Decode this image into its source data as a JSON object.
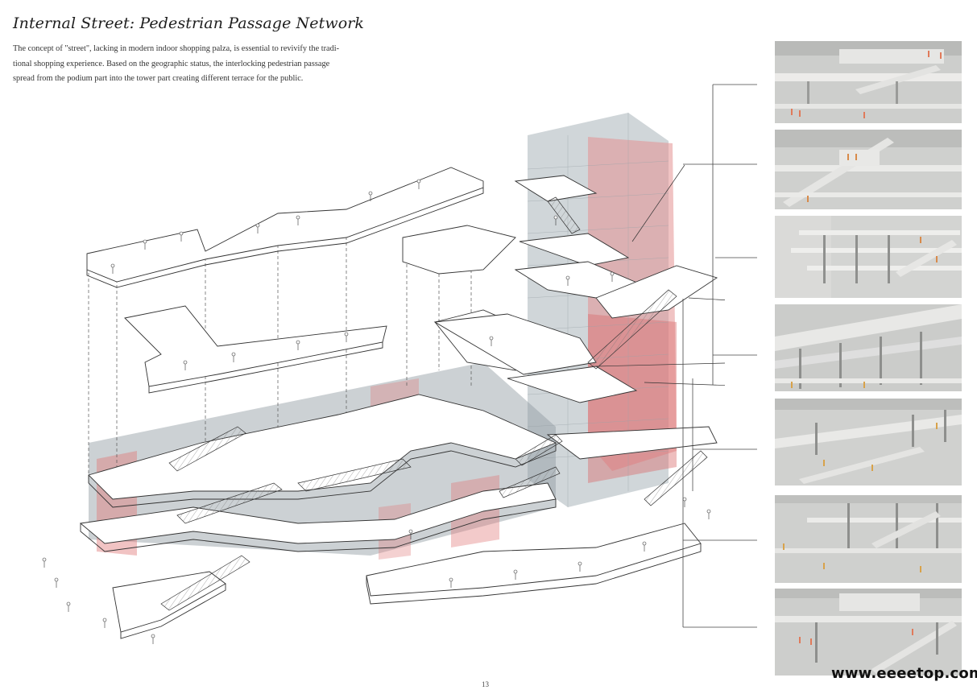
{
  "header": {
    "title": "Internal Street: Pedestrian Passage Network",
    "description_lines": [
      "The concept of \"street\", lacking in modern indoor shopping palza, is essential to revivify the tradi-",
      "tional shopping experience. Based on the geographic status, the interlocking pedestrian passage",
      "spread from the podium part into the tower part creating different terrace for the public."
    ]
  },
  "page_number": "13",
  "watermark": "www.eeeetop.com",
  "colors": {
    "accent_red": "#e07a7a",
    "glass_grey": "#9aa3a8",
    "line": "#333333",
    "render_bg": "#cfd0cf"
  },
  "renderings": [
    {
      "id": "view-1"
    },
    {
      "id": "view-2"
    },
    {
      "id": "view-3"
    },
    {
      "id": "view-4"
    },
    {
      "id": "view-5"
    },
    {
      "id": "view-6"
    },
    {
      "id": "view-7"
    }
  ]
}
